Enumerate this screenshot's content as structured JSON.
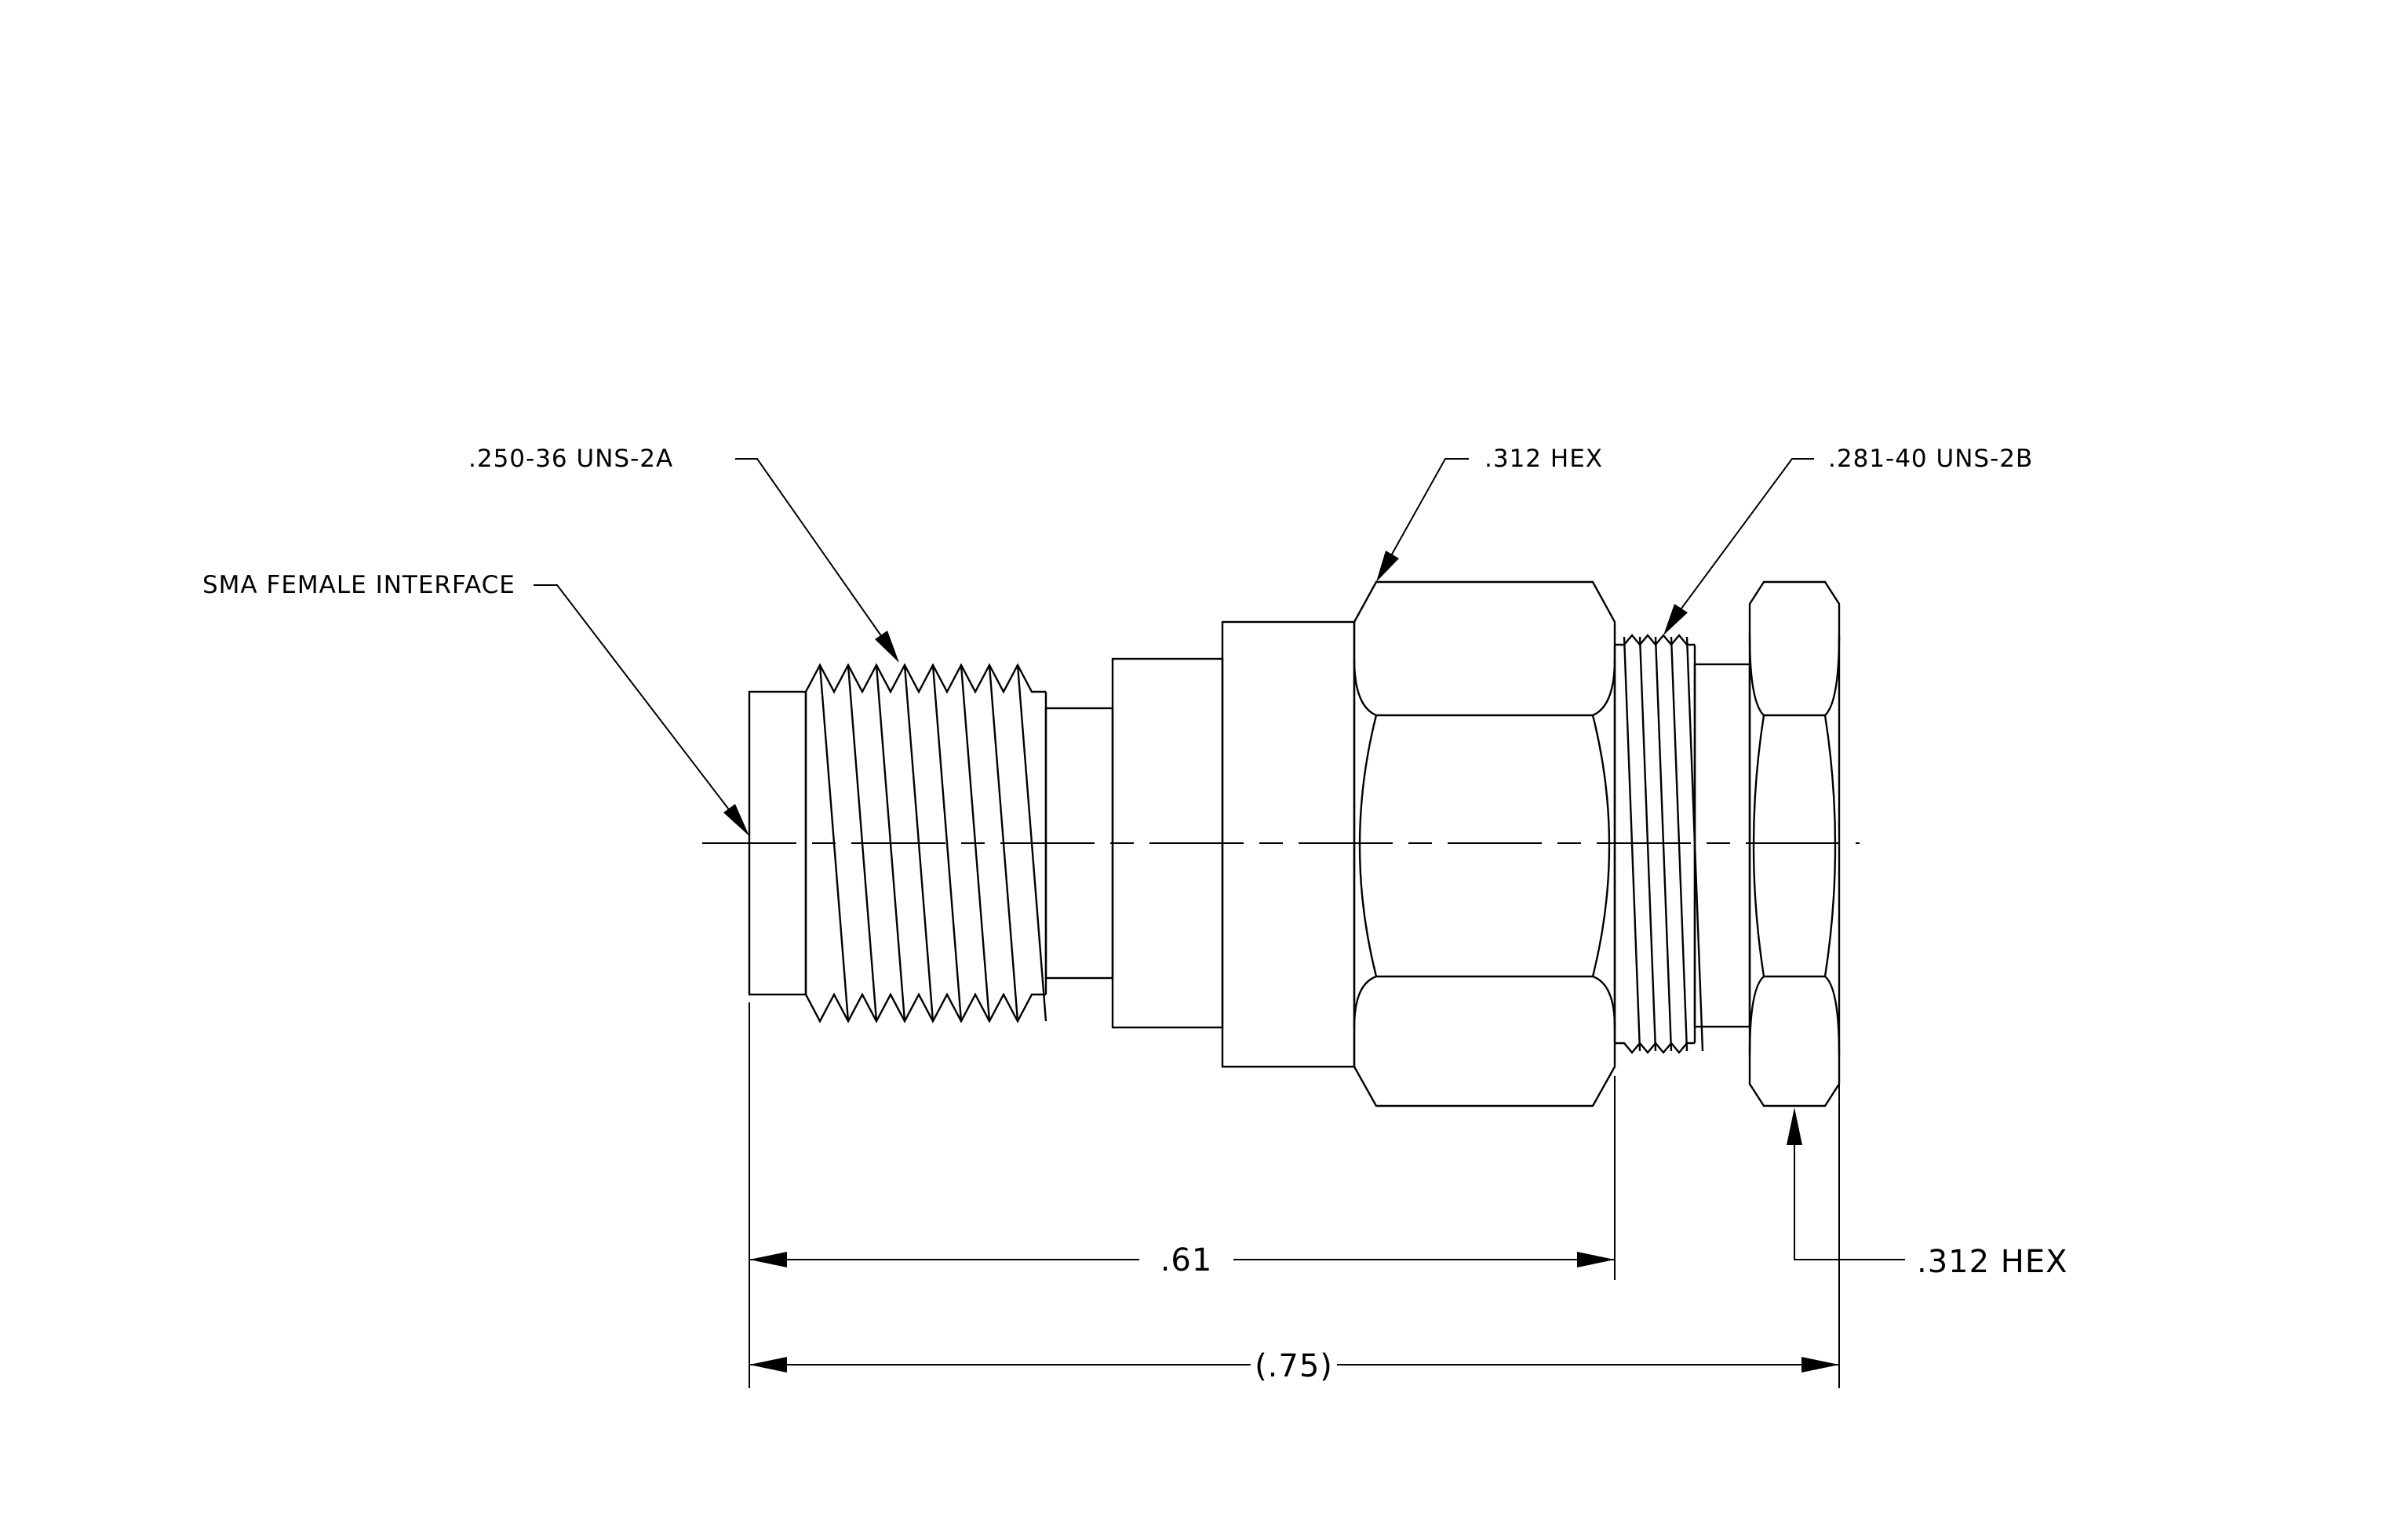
{
  "callouts": {
    "sma_interface": "SMA FEMALE INTERFACE",
    "thread_left": ".250-36 UNS-2A",
    "hex_main": ".312 HEX",
    "thread_right": ".281-40 UNS-2B",
    "hex_nut": ".312 HEX"
  },
  "dimensions": {
    "overall_body": ".61",
    "overall_reference": "(.75)"
  }
}
